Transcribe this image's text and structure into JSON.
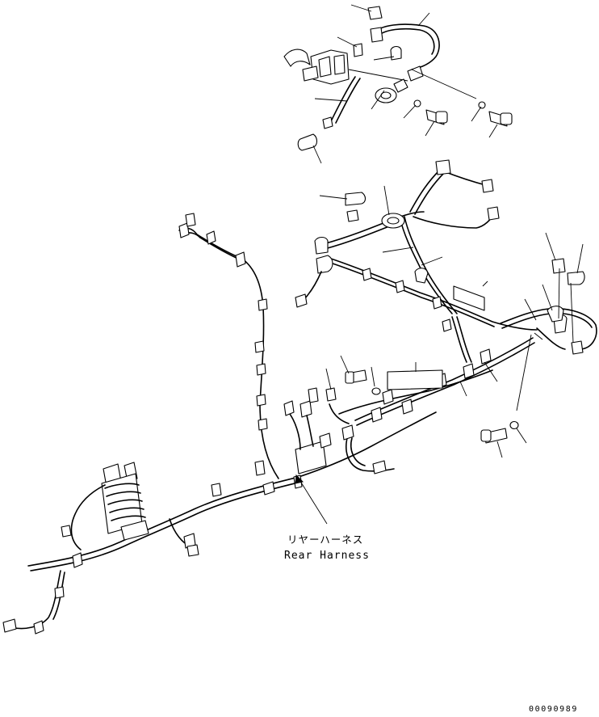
{
  "callout": {
    "label_jp": "リヤーハーネス",
    "label_en": "Rear Harness"
  },
  "drawing_code": "00090989"
}
